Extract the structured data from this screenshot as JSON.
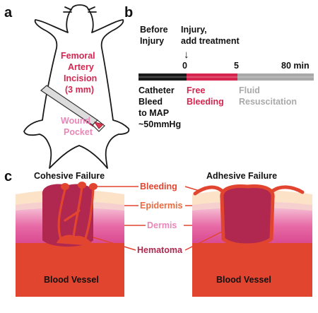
{
  "panels": {
    "a": "a",
    "b": "b",
    "c": "c"
  },
  "panel_a": {
    "incision_label": [
      "Femoral",
      "Artery",
      "Incision",
      "(3 mm)"
    ],
    "pocket_label": [
      "Wound",
      "Pocket"
    ]
  },
  "panel_b": {
    "before_label": [
      "Before",
      "Injury"
    ],
    "injury_label": [
      "Injury,",
      "add treatment"
    ],
    "arrow_glyph": "↓",
    "ticks": [
      "0",
      "5",
      "80 min"
    ],
    "phases": [
      {
        "lines": [
          "Catheter",
          "Bleed",
          "to MAP",
          "~50mmHg"
        ],
        "color": "#1a1a1a"
      },
      {
        "lines": [
          "Free",
          "Bleeding"
        ],
        "color": "#d6254f"
      },
      {
        "lines": [
          "Fluid",
          "Resuscitation"
        ],
        "color": "#a9a9a9"
      }
    ]
  },
  "panel_c": {
    "titles": [
      "Cohesive Failure",
      "Adhesive Failure"
    ],
    "labels": {
      "bleeding": "Bleeding",
      "epidermis": "Epidermis",
      "dermis": "Dermis",
      "hematoma": "Hematoma"
    },
    "vessel_labels": [
      "Blood Vessel",
      "Blood Vessel"
    ]
  },
  "colors": {
    "accent_red": "#d6254f",
    "hematoma": "#b0284f",
    "vessel": "#e2452f",
    "epidermis": "#fce3c8",
    "dermis": "#e96aa6",
    "pink_label": "#e887b8",
    "orange_label": "#ea6a3f"
  }
}
